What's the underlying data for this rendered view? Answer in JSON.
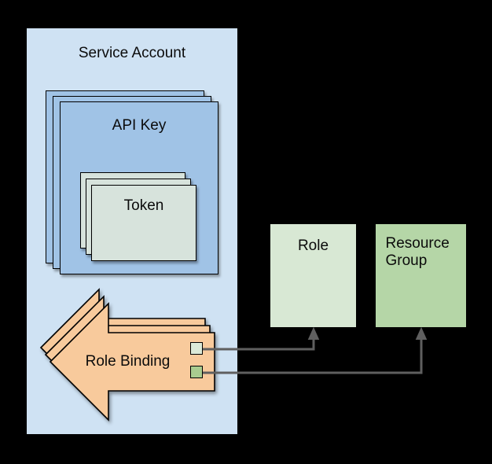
{
  "diagram": {
    "background_color": "#000000",
    "connector_color": "#5f5f5f",
    "service_account": {
      "label": "Service Account",
      "fill": "#cfe2f3"
    },
    "api_key": {
      "label": "API Key",
      "fill": "#a0c3e6",
      "stack_count": 3
    },
    "token": {
      "label": "Token",
      "fill": "#d7e3dc",
      "stack_count": 3
    },
    "role_binding": {
      "label": "Role Binding",
      "fill": "#f8ca9c",
      "stack_count": 3
    },
    "role": {
      "label": "Role",
      "fill": "#d8e8d4"
    },
    "resource_group": {
      "label": "Resource Group",
      "fill": "#b5d6a7"
    },
    "refs": {
      "role_ref_fill": "#dcead8",
      "resource_group_ref_fill": "#a9cc90"
    },
    "connections": [
      {
        "from": "role-binding role ref square",
        "to": "Role",
        "direction": "up"
      },
      {
        "from": "role-binding resource-group ref square",
        "to": "Resource Group",
        "direction": "up"
      }
    ]
  }
}
